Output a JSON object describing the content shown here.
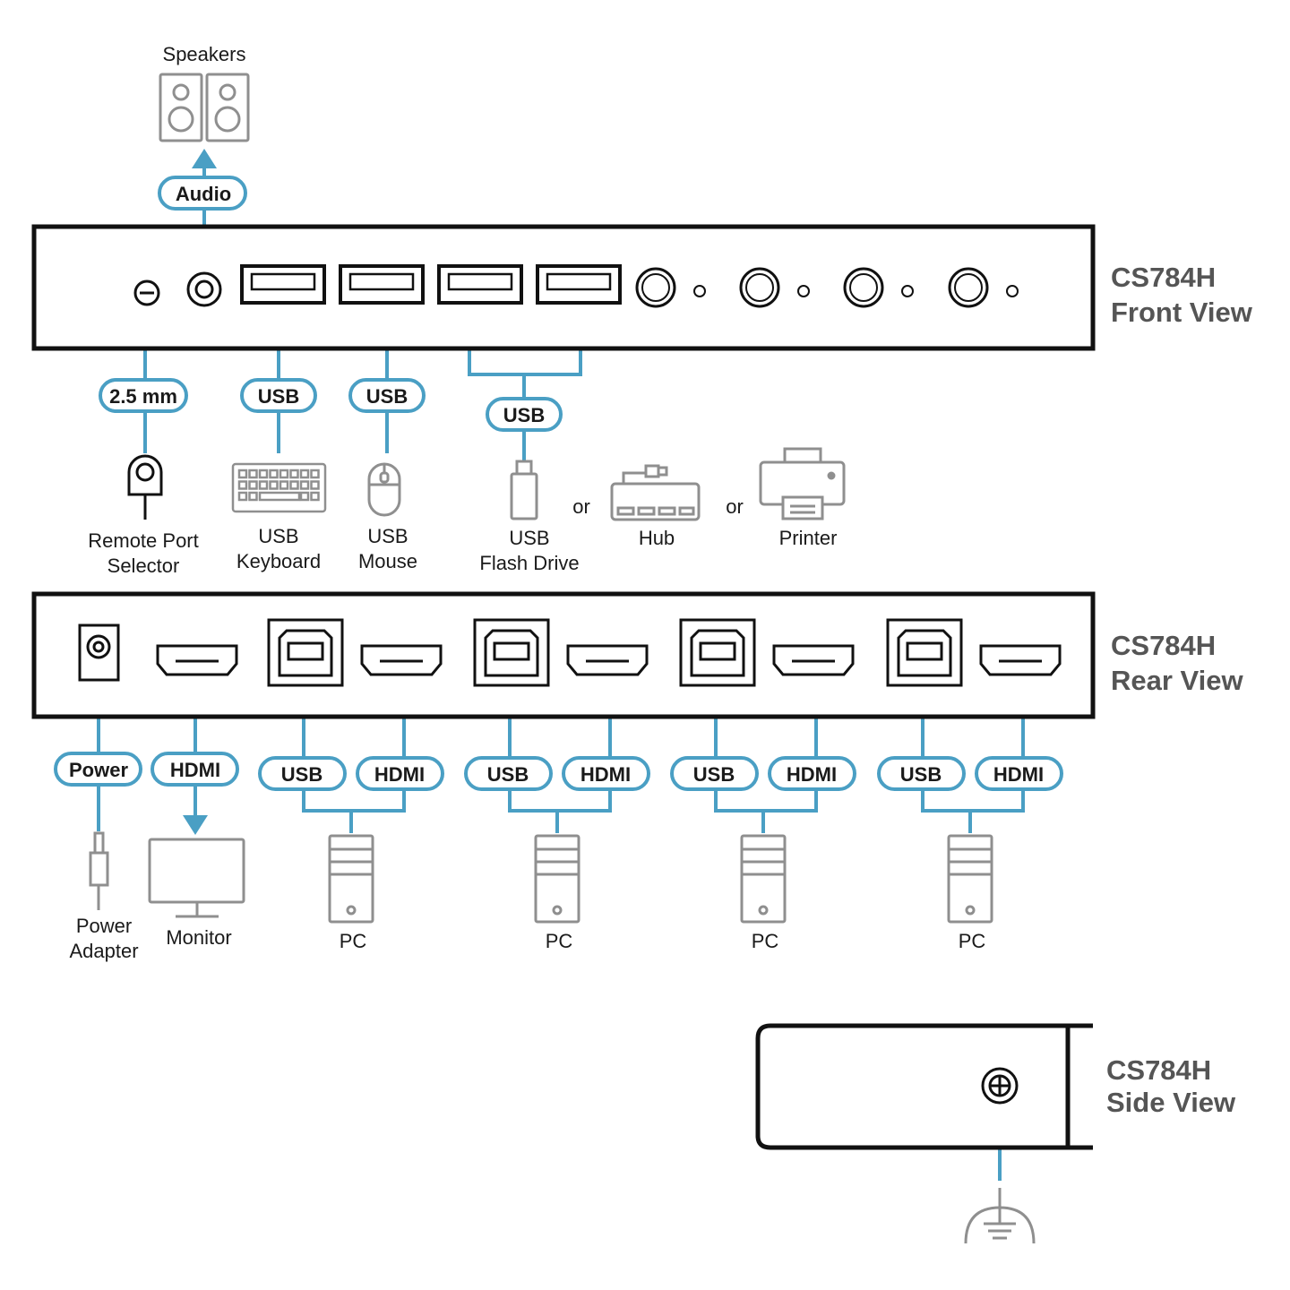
{
  "colors": {
    "cable": "#4a9fc4",
    "device_outline": "#8f8f8f",
    "panel": "#111111",
    "title": "#555555",
    "text": "#1a1a1a"
  },
  "titles": {
    "front": [
      "CS784H",
      "Front View"
    ],
    "rear": [
      "CS784H",
      "Rear View"
    ],
    "side": [
      "CS784H",
      "Side View"
    ]
  },
  "front": {
    "audio_pill": "Audio",
    "mm_pill": "2.5 mm",
    "usb_pill_keyboard": "USB",
    "usb_pill_mouse": "USB",
    "usb_pill_shared": "USB",
    "or_1": "or",
    "or_2": "or",
    "speakers": "Speakers",
    "remote_port": [
      "Remote Port",
      "Selector"
    ],
    "keyboard": [
      "USB",
      "Keyboard"
    ],
    "mouse": [
      "USB",
      "Mouse"
    ],
    "flash": [
      "USB",
      "Flash Drive"
    ],
    "hub": "Hub",
    "printer": "Printer"
  },
  "rear": {
    "power_pill": "Power",
    "hdmi_pill": "HDMI",
    "power_adapter": [
      "Power",
      "Adapter"
    ],
    "monitor": "Monitor",
    "pcs": [
      {
        "usb": "USB",
        "hdmi": "HDMI",
        "label": "PC"
      },
      {
        "usb": "USB",
        "hdmi": "HDMI",
        "label": "PC"
      },
      {
        "usb": "USB",
        "hdmi": "HDMI",
        "label": "PC"
      },
      {
        "usb": "USB",
        "hdmi": "HDMI",
        "label": "PC"
      }
    ]
  }
}
